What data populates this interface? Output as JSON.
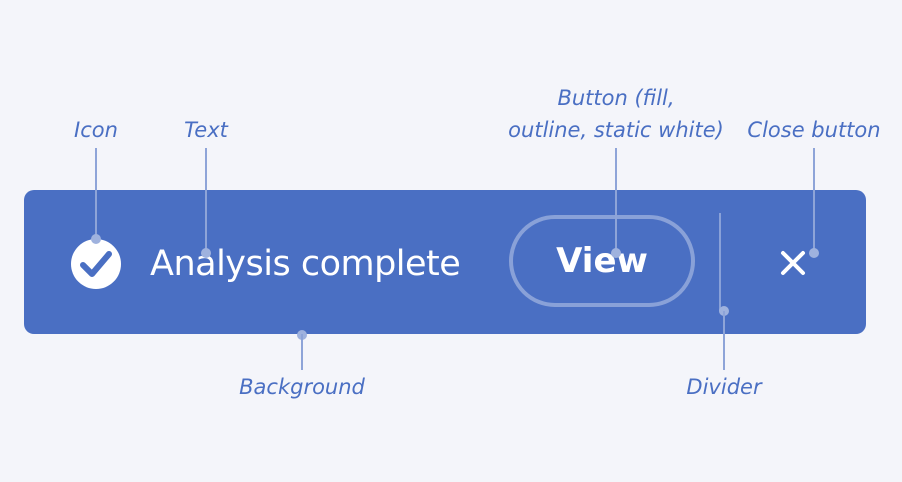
{
  "toast": {
    "text": "Analysis complete",
    "button_label": "View",
    "background_color": "#4a6fc3",
    "icon": "checkmark-circle-icon",
    "close_icon": "close-icon"
  },
  "annotations": {
    "icon": "Icon",
    "text": "Text",
    "button_line1": "Button (fill,",
    "button_line2": "outline, static white)",
    "close_button": "Close button",
    "background": "Background",
    "divider": "Divider",
    "annotation_color": "#4a6fc3"
  }
}
